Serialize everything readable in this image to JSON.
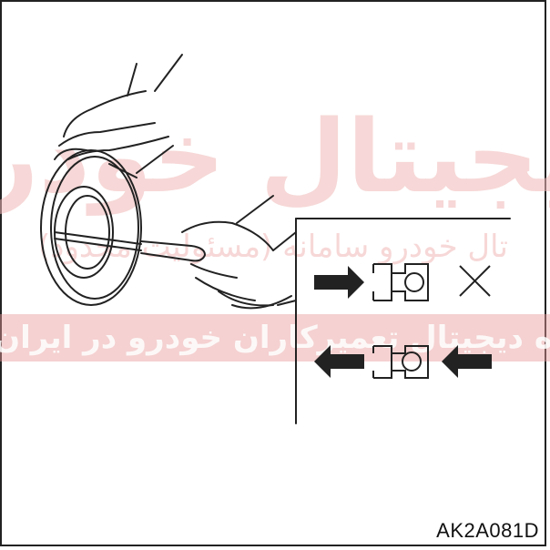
{
  "figure": {
    "code": "AK2A081D"
  },
  "watermark": {
    "brand": "دیجیتال خودرو",
    "line1": "تال خودرو سامانه (مسئولیت محدود)",
    "line2": "ه دیجیتال تعمیرکاران خودرو در ایران",
    "color": "#e8a0a0"
  },
  "icons": {
    "mark_wrong": "cross-icon",
    "arrow": "bold-arrow-icon",
    "valve": "check-valve-icon"
  }
}
